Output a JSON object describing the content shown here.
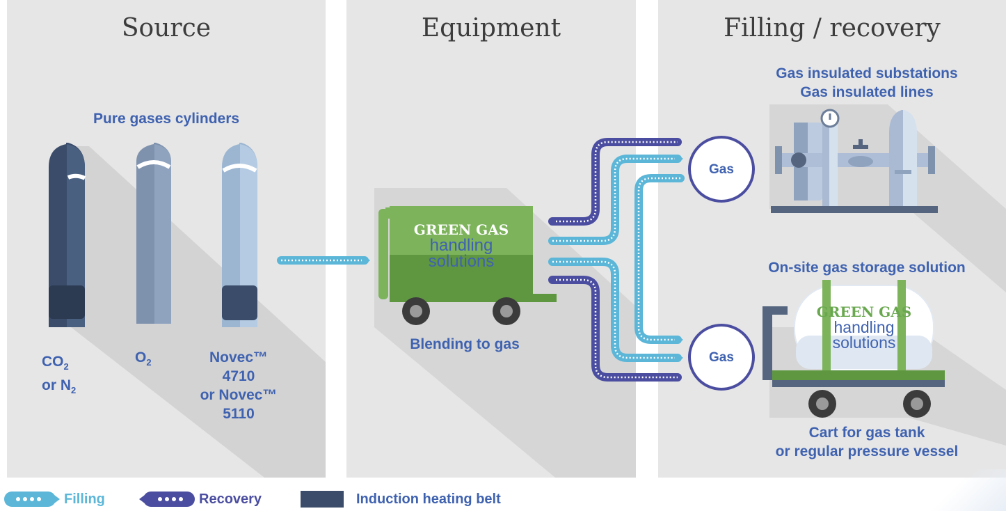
{
  "panels": {
    "source_title": "Source",
    "equipment_title": "Equipment",
    "filling_title": "Filling / recovery"
  },
  "source": {
    "heading": "Pure gases cylinders",
    "cyl1_line1": "CO",
    "cyl1_sub1": "2",
    "cyl1_line2": "or N",
    "cyl1_sub2": "2",
    "cyl2_line1": "O",
    "cyl2_sub1": "2",
    "cyl3_lines": [
      "Novec™",
      "4710",
      "or Novec™",
      "5110"
    ]
  },
  "equipment": {
    "caption": "Blending to gas",
    "logo_line1": "GREEN GAS",
    "logo_line2": "handling",
    "logo_line3": "solutions"
  },
  "filling": {
    "top_line1": "Gas insulated substations",
    "top_line2": "Gas insulated lines",
    "gas_label_top": "Gas",
    "gas_label_bottom": "Gas",
    "storage_heading": "On-site gas storage solution",
    "logo_line1": "GREEN GAS",
    "logo_line2": "handling",
    "logo_line3": "solutions",
    "cart_line1": "Cart for gas tank",
    "cart_line2": "or regular pressure vessel"
  },
  "legend": {
    "filling": "Filling",
    "recovery": "Recovery",
    "heating": "Induction heating belt"
  },
  "colors": {
    "filling": "#5bb6d8",
    "recovery": "#4b4ea0",
    "green": "#6aa84f",
    "navy": "#3a4c6a",
    "text_blue": "#3f62b0"
  }
}
